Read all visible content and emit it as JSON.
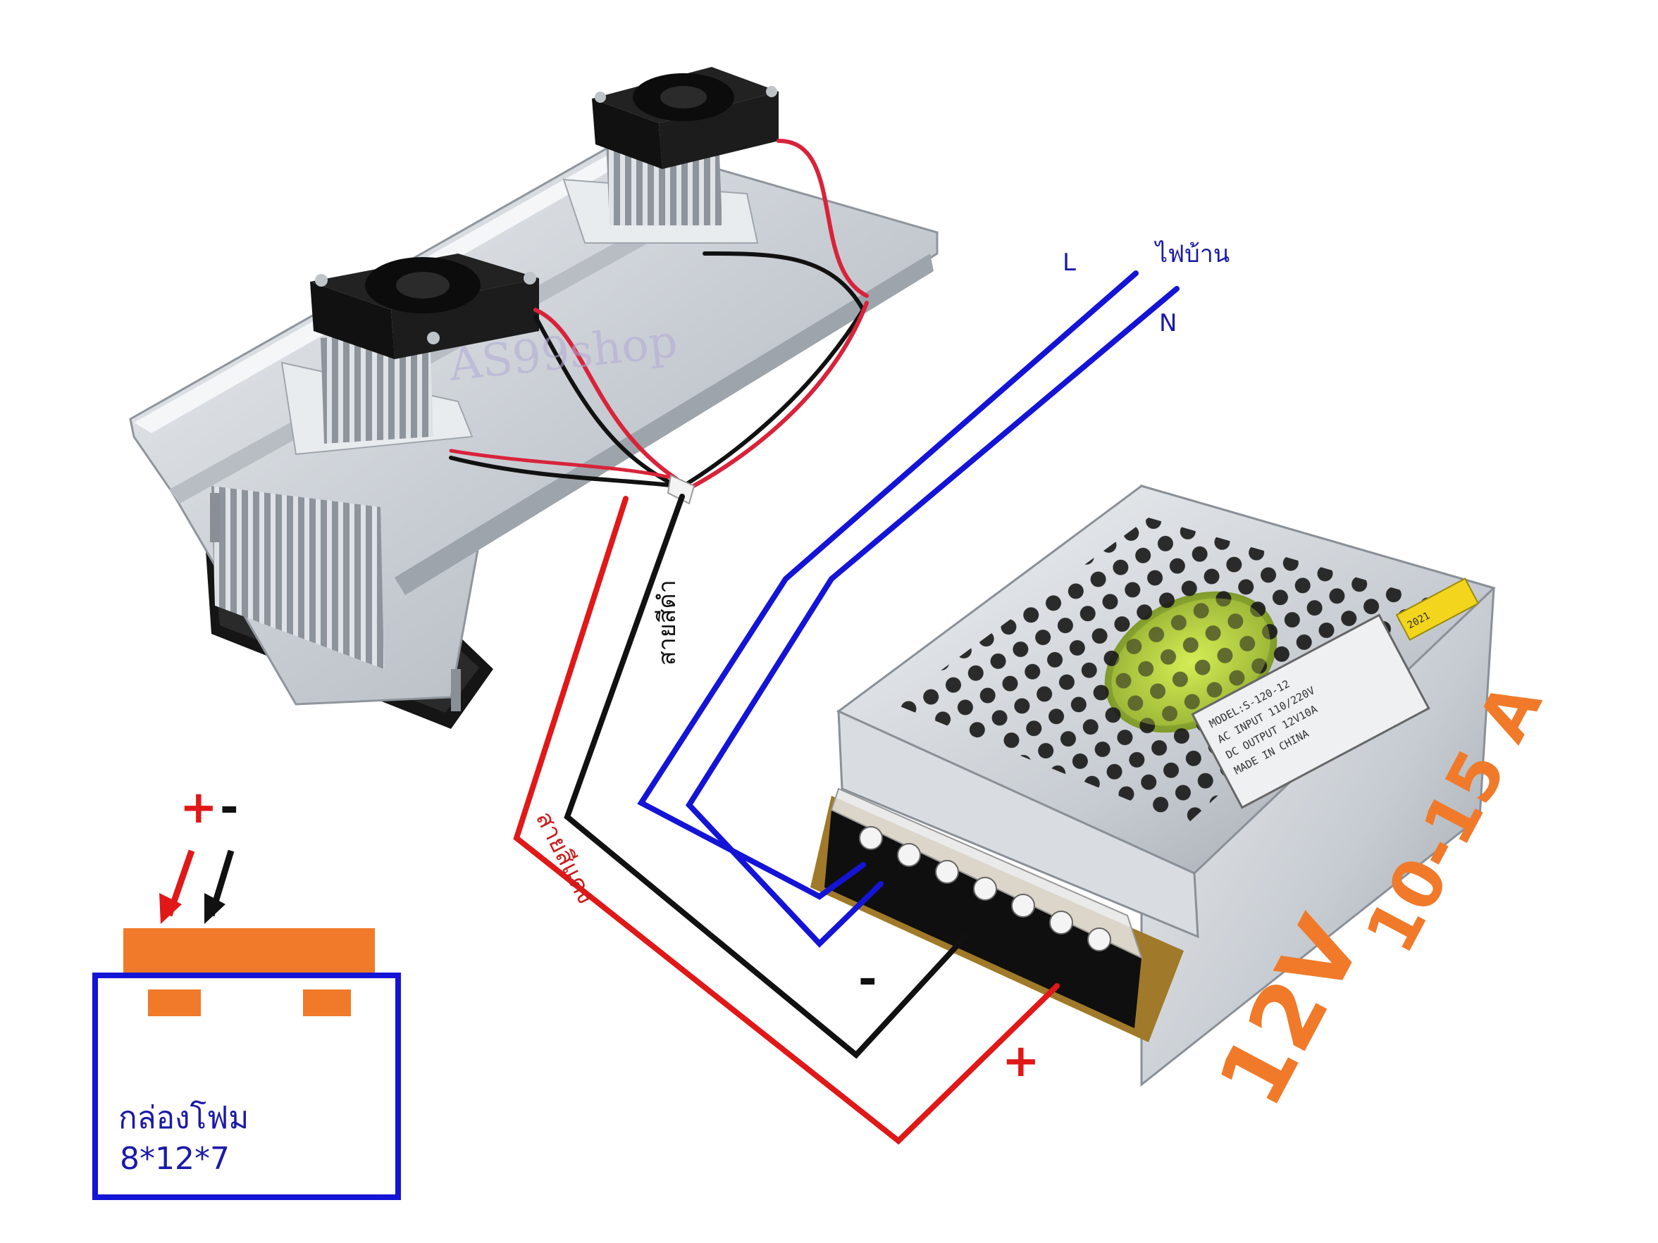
{
  "labels": {
    "live": "L",
    "neutral": "N",
    "mains": "ไฟบ้าน",
    "black_wire": "สายสีดำ",
    "red_wire": "สายสีแดง",
    "minus_terminal": "-",
    "plus_terminal": "+",
    "box_plus": "+",
    "box_minus": "-",
    "foam_box": "กล่องโฟม",
    "foam_box_size": "8*12*7",
    "voltage": "12V",
    "current": "10-15 A"
  },
  "psu_plate": {
    "model": "MODEL:S-120-12",
    "ac_input": "AC INPUT 110/220V",
    "dc_output": "DC OUTPUT 12V10A",
    "origin": "MADE IN CHINA",
    "year": "2021"
  },
  "watermark": "AS99shop",
  "colors": {
    "mains_wire": "#1414d6",
    "red_wire": "#e01818",
    "black_wire": "#111111",
    "peltier_plate": "#f07a2a",
    "foam_box_outline": "#1414d6",
    "rating_text": "#f07a2a"
  }
}
